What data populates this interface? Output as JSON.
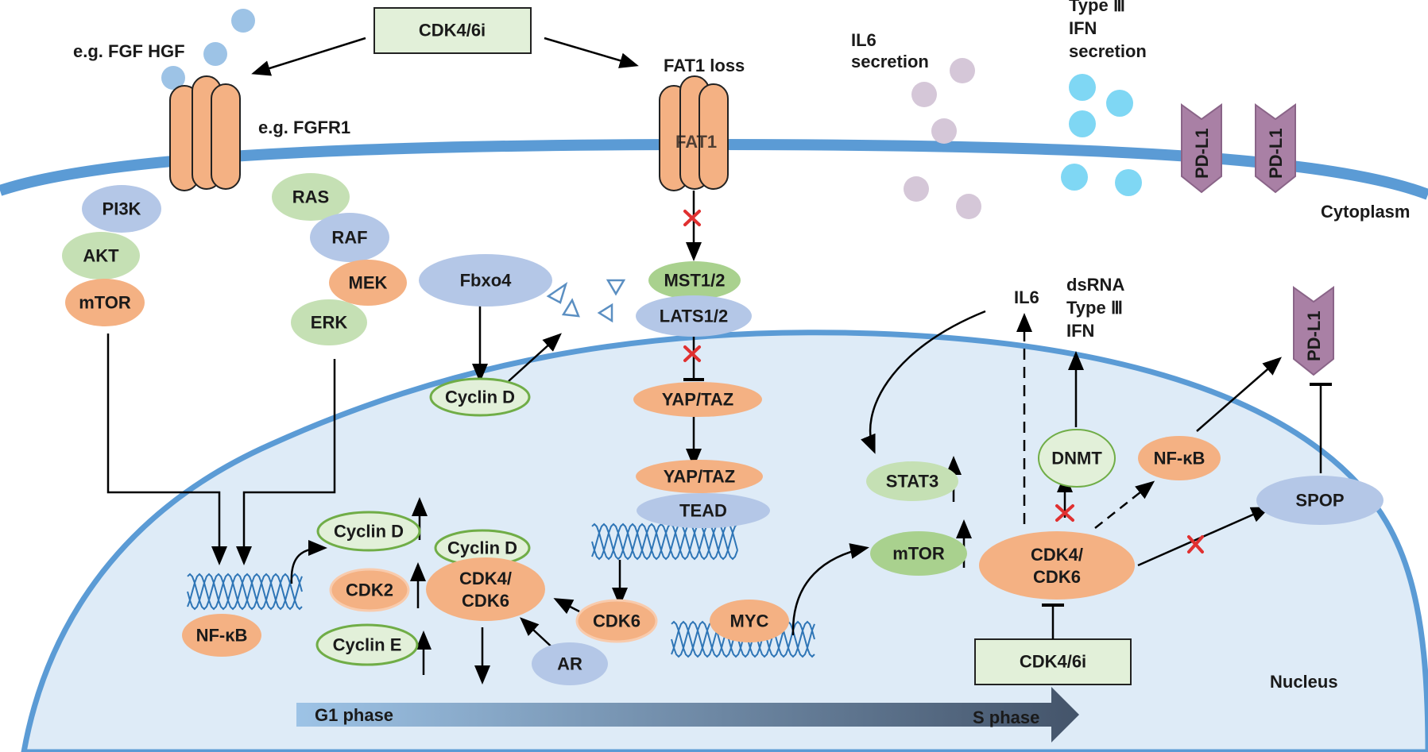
{
  "colors": {
    "membrane": "#5b9bd5",
    "nucleus_fill": "#deebf7",
    "receptor": "#f4b183",
    "orange_node": "#f4b183",
    "blue_node": "#b4c7e7",
    "green_node": "#c5e0b4",
    "green_dark_node": "#a9d18e",
    "pdl1": "#a980a5",
    "il6_dot": "#d5c7d8",
    "ifn_dot": "#7fd7f4",
    "ligand_dot": "#9dc3e6",
    "inhibit_x": "#e03030",
    "phase_start": "#9dc3e6",
    "phase_end": "#44546a"
  },
  "labels": {
    "cdk46i_top": "CDK4/6i",
    "fgf_hgf": "e.g. FGF HGF",
    "fgfr1": "e.g. FGFR1",
    "fat1_loss": "FAT1 loss",
    "fat1": "FAT1",
    "il6_secretion": "IL6\nsecretion",
    "type3_ifn_secretion": "Type Ⅲ\nIFN\nsecretion",
    "cytoplasm": "Cytoplasm",
    "nucleus": "Nucleus",
    "pi3k": "PI3K",
    "akt": "AKT",
    "mtor_cyto": "mTOR",
    "ras": "RAS",
    "raf": "RAF",
    "mek": "MEK",
    "erk": "ERK",
    "fbxo4": "Fbxo4",
    "cyclin_d_cyto": "Cyclin D",
    "mst12": "MST1/2",
    "lats12": "LATS1/2",
    "yaptaz_1": "YAP/TAZ",
    "yaptaz_2": "YAP/TAZ",
    "tead": "TEAD",
    "il6": "IL6",
    "dsrna": "dsRNA\nType Ⅲ\nIFN",
    "pdl1": "PD-L1",
    "stat3": "STAT3",
    "dnmt": "DNMT",
    "nfkb_right": "NF-κB",
    "spop": "SPOP",
    "mtor_nuc": "mTOR",
    "cdk46_right": "CDK4/\nCDK6",
    "cdk46i_bottom": "CDK4/6i",
    "cyclin_d_nuc1": "Cyclin D",
    "cyclin_d_nuc2": "Cyclin D",
    "cdk2": "CDK2",
    "cyclin_e": "Cyclin E",
    "cdk46_center": "CDK4/\nCDK6",
    "cdk6": "CDK6",
    "ar": "AR",
    "nfkb_left": "NF-κB",
    "myc": "MYC",
    "g1_phase": "G1 phase",
    "s_phase": "S phase"
  }
}
